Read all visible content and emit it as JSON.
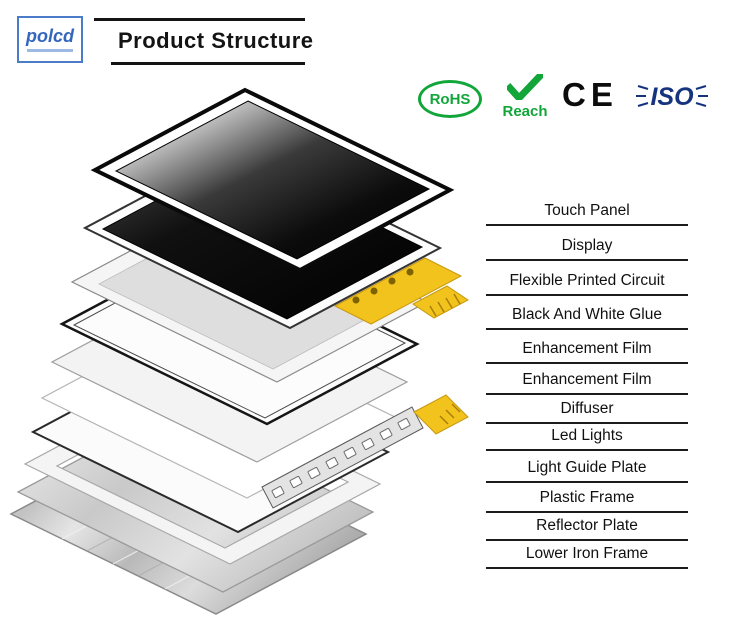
{
  "header": {
    "logo_text": "polcd",
    "title": "Product Structure"
  },
  "certifications": [
    {
      "name": "RoHS",
      "color": "#12a63a"
    },
    {
      "name": "Reach",
      "color": "#12a63a"
    },
    {
      "name": "CE",
      "color": "#0c0c0c"
    },
    {
      "name": "ISO",
      "color": "#16337f"
    }
  ],
  "colors": {
    "certification_green": "#12a63a",
    "iso_navy": "#16337f",
    "fpc_yellow": "#f2c21d",
    "label_underline": "#1c1c1c",
    "brand_blue": "#3566bd"
  },
  "layer_labels": [
    "Touch Panel",
    "Display",
    "Flexible Printed Circuit",
    "Black And White Glue",
    "Enhancement Film",
    "Enhancement Film",
    "Diffuser",
    "Led Lights",
    "Light Guide Plate",
    "Plastic Frame",
    "Reflector Plate",
    "Lower Iron Frame"
  ]
}
